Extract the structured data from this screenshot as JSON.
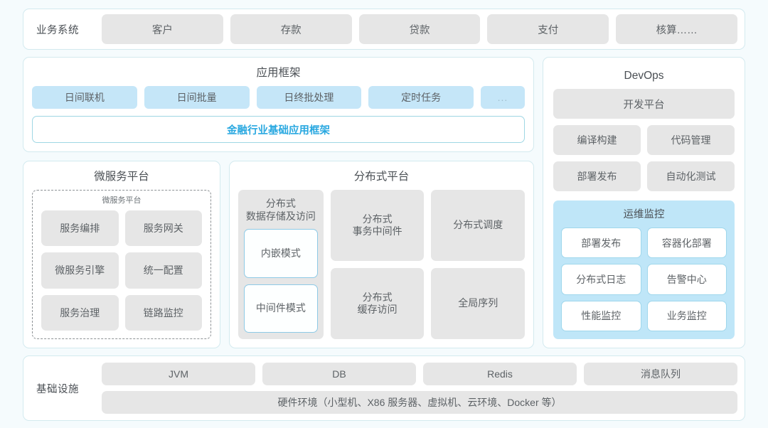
{
  "business_systems": {
    "label": "业务系统",
    "items": [
      "客户",
      "存款",
      "贷款",
      "支付",
      "核算……"
    ]
  },
  "app_framework": {
    "title": "应用框架",
    "chips": [
      "日间联机",
      "日间批量",
      "日终批处理",
      "定时任务"
    ],
    "more_chip": "...",
    "base_framework": "金融行业基础应用框架"
  },
  "microservice_platform": {
    "title": "微服务平台",
    "inner_title": "微服务平台",
    "items": [
      "服务编排",
      "服务网关",
      "微服务引擎",
      "统一配置",
      "服务治理",
      "链路监控"
    ]
  },
  "distributed_platform": {
    "title": "分布式平台",
    "storage": {
      "head": "分布式\n数据存储及访问",
      "head_line1": "分布式",
      "head_line2": "数据存储及访问",
      "modes": [
        "内嵌模式",
        "中间件模式"
      ]
    },
    "cells": [
      {
        "line1": "分布式",
        "line2": "事务中间件"
      },
      {
        "line1": "分布式调度",
        "line2": ""
      },
      {
        "line1": "分布式",
        "line2": "缓存访问"
      },
      {
        "line1": "全局序列",
        "line2": ""
      }
    ]
  },
  "devops": {
    "title": "DevOps",
    "platform": "开发平台",
    "pairs": [
      [
        "编译构建",
        "代码管理"
      ],
      [
        "部署发布",
        "自动化测试"
      ]
    ],
    "ops_monitoring": {
      "title": "运维监控",
      "items": [
        "部署发布",
        "容器化部署",
        "分布式日志",
        "告警中心",
        "性能监控",
        "业务监控"
      ]
    }
  },
  "infrastructure": {
    "label": "基础设施",
    "items": [
      "JVM",
      "DB",
      "Redis",
      "消息队列"
    ],
    "hardware": "硬件环境（小型机、X86 服务器、虚拟机、云环境、Docker 等）"
  },
  "colors": {
    "page_bg": "#f5fbfd",
    "panel_border": "#d3eaef",
    "chip_gray": "#e6e6e6",
    "chip_blue": "#c5e6f8",
    "accent_blue": "#29a8e0",
    "ops_bg": "#bfe6f8",
    "sub_border": "#8ecae6",
    "text": "#5d6266"
  }
}
